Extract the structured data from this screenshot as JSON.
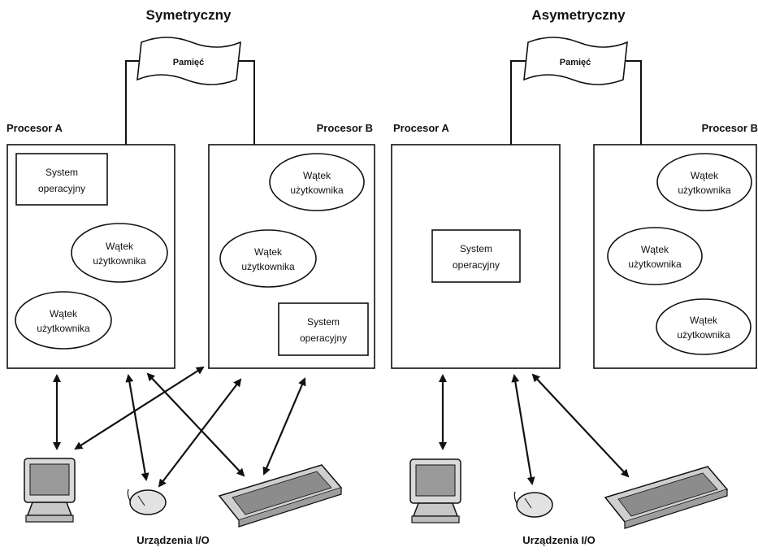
{
  "diagrams": [
    {
      "title": "Symetryczny",
      "memory": "Pamięć",
      "processor_a": {
        "label": "Procesor A",
        "items": [
          {
            "kind": "os",
            "lines": [
              "System",
              "operacyjny"
            ]
          },
          {
            "kind": "thread",
            "lines": [
              "Wątek",
              "użytkownika"
            ]
          },
          {
            "kind": "thread",
            "lines": [
              "Wątek",
              "użytkownika"
            ]
          }
        ]
      },
      "processor_b": {
        "label": "Procesor B",
        "items": [
          {
            "kind": "thread",
            "lines": [
              "Wątek",
              "użytkownika"
            ]
          },
          {
            "kind": "thread",
            "lines": [
              "Wątek",
              "użytkownika"
            ]
          },
          {
            "kind": "os",
            "lines": [
              "System",
              "operacyjny"
            ]
          }
        ]
      },
      "io_label": "Urządzenia I/O"
    },
    {
      "title": "Asymetryczny",
      "memory": "Pamięć",
      "processor_a": {
        "label": "Procesor A",
        "items": [
          {
            "kind": "os",
            "lines": [
              "System",
              "operacyjny"
            ]
          }
        ]
      },
      "processor_b": {
        "label": "Procesor B",
        "items": [
          {
            "kind": "thread",
            "lines": [
              "Wątek",
              "użytkownika"
            ]
          },
          {
            "kind": "thread",
            "lines": [
              "Wątek",
              "użytkownika"
            ]
          },
          {
            "kind": "thread",
            "lines": [
              "Wątek",
              "użytkownika"
            ]
          }
        ]
      },
      "io_label": "Urządzenia I/O"
    }
  ],
  "icons": [
    "monitor-icon",
    "mouse-icon",
    "keyboard-icon"
  ]
}
